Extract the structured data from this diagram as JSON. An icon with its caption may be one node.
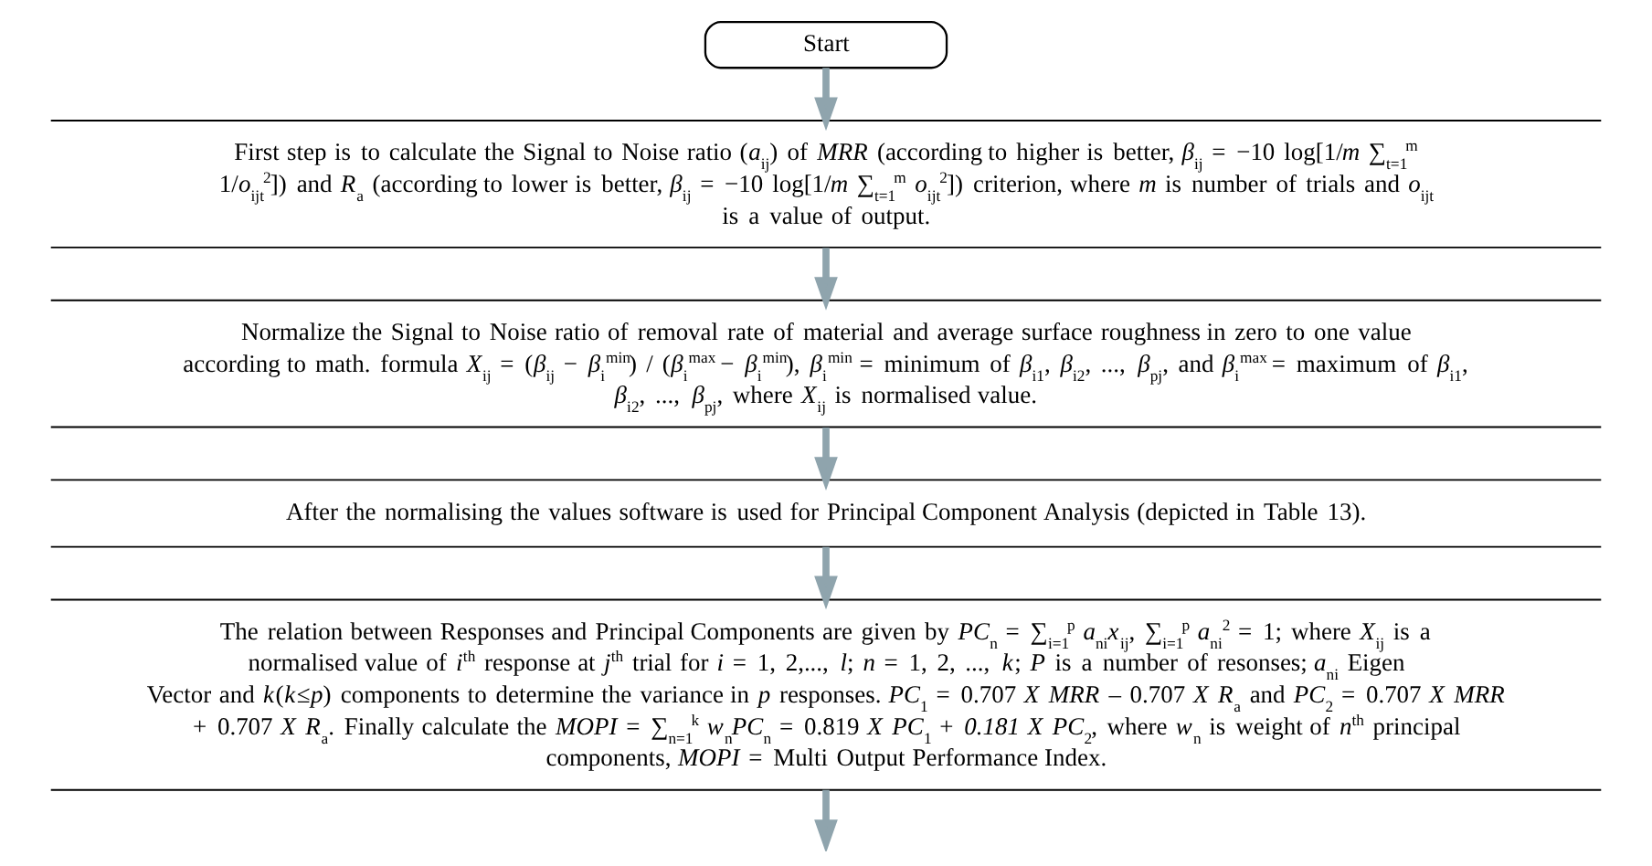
{
  "diagram": {
    "nodes": [
      {
        "text": [
          "Start"
        ]
      },
      {
        "text": [
          "First step is to calculate the Signal to Noise ratio (*a*$_{ij}$) of *MRR* (according to higher is better, *β*$_{ij}$ = −10 log[1/*m* ∑$_{t=1}$$^{m}$ 1/*o*$_{ijt}$$^{2}$]) and *R*$_{a}$ (according to lower is better, *β*$_{ij}$ = −10 log[1/*m* ∑$_{t=1}$$^{m}$ *o*$_{ijt}$$^{2}$]) criterion, where *m* is number of trials and *o*$_{ijt}$ is a value of output."
        ]
      },
      {
        "text": [
          "Normalize the Signal to Noise ratio of removal rate of material and average surface roughness in zero to one value according to math. formula *X*$_{ij}$ = (*β*$_{ij}$ − *β*$_{i}$$^{min}$) / (*β*$_{i}$$^{max}$ − *β*$_{i}$$^{min}$), *β*$_{i}$$^{min}$ = minimum of *β*$_{i1}$, *β*$_{i2}$, ..., *β*$_{pj}$, and *β*$_{i}$$^{max}$ = maximum of *β*$_{i1}$, *β*$_{i2}$, ..., *β*$_{pj}$, where *X*$_{ij}$ is normalised value."
        ]
      },
      {
        "text": [
          "After the normalising the values software is used for Principal Component Analysis (depicted in Table 13)."
        ]
      },
      {
        "text": [
          "The relation between Responses and Principal Components are given by *PC*$_{n}$ = ∑$_{i=1}$$^{p}$ *a*$_{ni}$*x*$_{ij}$, ∑$_{i=1}$$^{p}$ *a*$_{ni}$$^{2}$ = 1; where *X*$_{ij}$ is a normalised value of *i*$^{th}$ response at *j*$^{th}$ trial for *i* = 1, 2,..., *l*; *n* = 1, 2, ..., *k*; *P* is a number of resonses; *a*$_{ni}$ Eigen Vector and *k*(*k*≤*p*) components to determine the variance in *p* responses. *PC*$_{1}$ = 0.707 *X MRR* – 0.707 *X R*$_{a}$ and *PC*$_{2}$ = 0.707 *X MRR* + 0.707 *X R*$_{a}$. Finally calculate the *MOPI* = ∑$_{n=1}$$^{k}$ *w*$_{n}$*PC*$_{n}$ = 0.819 *X PC*$_{1}$ + *0.181 X PC*$_{2}$, where *w*$_{n}$ is weight of *n*$^{th}$ principal components, *MOPI* = Multi Output Performance Index."
        ]
      }
    ],
    "edges": [
      {
        "from": 0,
        "to": 1,
        "arrow": "to"
      },
      {
        "from": 1,
        "to": 2,
        "arrow": "to"
      },
      {
        "from": 2,
        "to": 3,
        "arrow": "to"
      },
      {
        "from": 3,
        "to": 4,
        "arrow": "to"
      },
      {
        "from": 4,
        "to": null,
        "arrow": "to"
      }
    ]
  }
}
